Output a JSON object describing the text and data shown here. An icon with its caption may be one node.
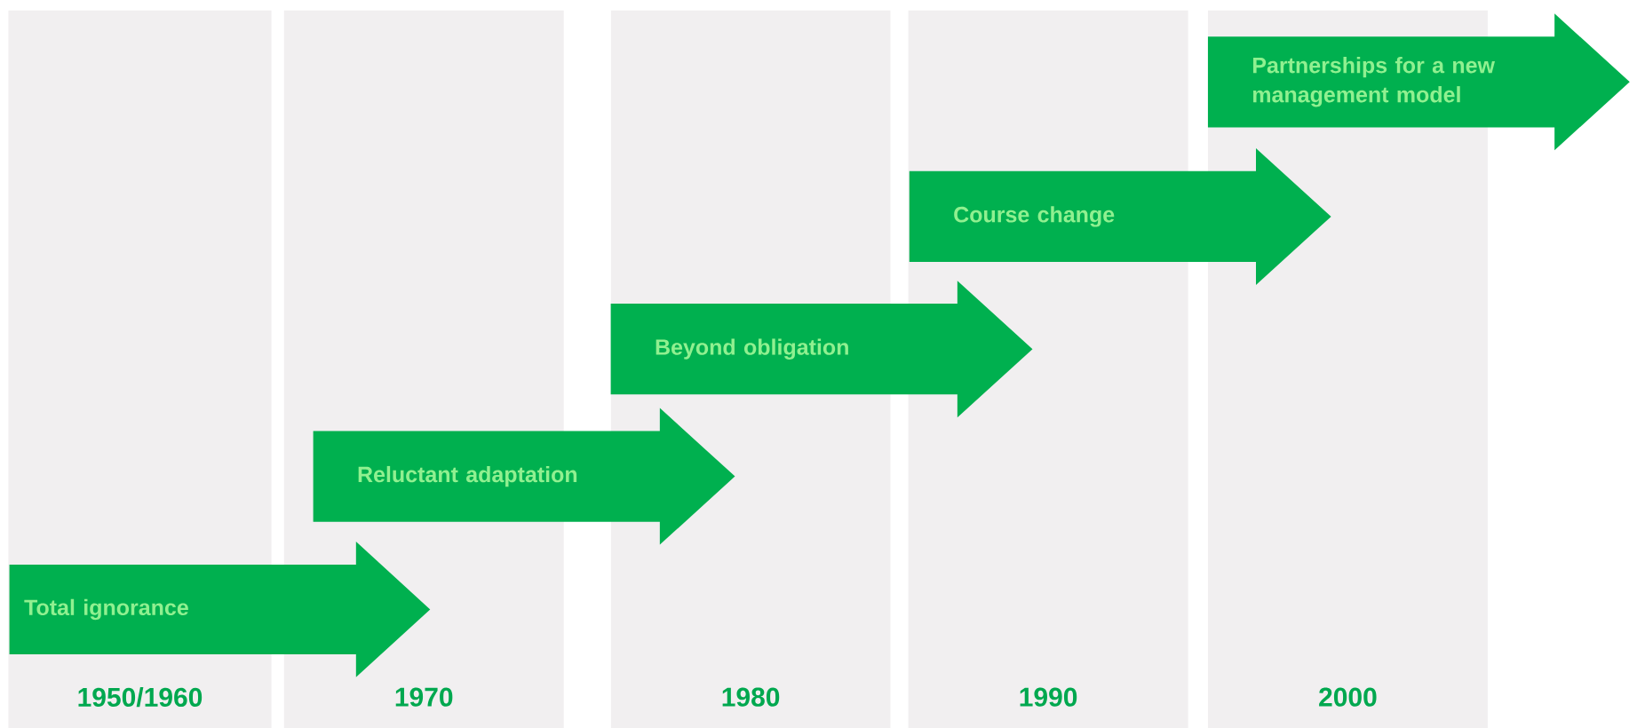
{
  "diagram": {
    "nodes": [
      {
        "text": [
          "1950/1960"
        ]
      },
      {
        "text": [
          "1970"
        ]
      },
      {
        "text": [
          "1980"
        ]
      },
      {
        "text": [
          "1990"
        ]
      },
      {
        "text": [
          "2000"
        ]
      },
      {
        "text": [
          "Total ignorance"
        ]
      },
      {
        "text": [
          "Reluctant adaptation"
        ]
      },
      {
        "text": [
          "Beyond obligation"
        ]
      },
      {
        "text": [
          "Course change"
        ]
      },
      {
        "text": [
          "Partnerships for a new management model"
        ]
      }
    ]
  }
}
